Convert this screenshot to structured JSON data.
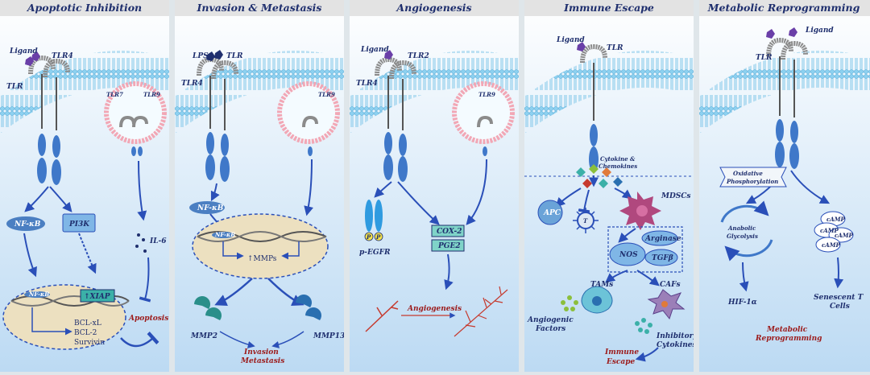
{
  "panels": [
    {
      "title": "Apoptotic Inhibition",
      "labels": {
        "ligand": "Ligand",
        "tlr4": "TLR4",
        "tlr": "TLR",
        "tlr7": "TLR7",
        "tlr9": "TLR9",
        "nfkb": "NF-κB",
        "pi3k": "PI3K",
        "il6": "IL-6",
        "nfkb_small": "NF-κB",
        "xiap": "↑XIAP",
        "bclxl": "BCL-xL",
        "bcl2": "BCL-2",
        "survivin": "Survivin",
        "apoptosis": "Apoptosis"
      }
    },
    {
      "title": "Invasion & Metastasis",
      "labels": {
        "lps": "LPS",
        "tlr": "TLR",
        "tlr4": "TLR4",
        "tlr9": "TLR9",
        "nfkb": "NF-κB",
        "nfkb_small": "NF-κB",
        "mmps": "↑MMPs",
        "mmp2": "MMP2",
        "mmp13": "MMP13",
        "outcome_line1": "Invasion",
        "outcome_line2": "Metastasis"
      }
    },
    {
      "title": "Angiogenesis",
      "labels": {
        "ligand": "Ligand",
        "tlr2": "TLR2",
        "tlr4": "TLR4",
        "tlr9": "TLR9",
        "p": "P",
        "pegfr": "p-EGFR",
        "cox2": "COX-2",
        "pge2": "PGE2",
        "angiogenesis": "Angiogenesis"
      }
    },
    {
      "title": "Immune Escape",
      "labels": {
        "ligand": "Ligand",
        "tlr": "TLR",
        "cytokine_line1": "Cytokine &",
        "cytokine_line2": "Chemokines",
        "mdscs": "MDSCs",
        "apc": "APC",
        "t": "T",
        "arginase": "Arginase",
        "nos": "NOS",
        "tgfb": "TGFβ",
        "tams": "TAMs",
        "cafs": "CAFs",
        "angiogenic_line1": "Angiogenic",
        "angiogenic_line2": "Factors",
        "inhibitory_line1": "Inhibitory",
        "inhibitory_line2": "Cytokines",
        "escape_line1": "Immune",
        "escape_line2": "Escape"
      }
    },
    {
      "title": "Metabolic Reprogramming",
      "labels": {
        "ligand": "Ligand",
        "tlr": "TLR",
        "oxphos_line1": "Oxidative",
        "oxphos_line2": "Phosphorylation",
        "anabolic_line1": "Anabolic",
        "anabolic_line2": "Glycolysis",
        "camp": "cAMP",
        "hif": "HIF-1α",
        "senescent_line1": "Senescent T",
        "senescent_line2": "Cells",
        "outcome_line1": "Metabolic",
        "outcome_line2": "Reprogramming"
      }
    }
  ],
  "colors": {
    "title_band": "#e3e3e3",
    "panel_top": "#ffffff",
    "panel_bottom": "#bcdaf3",
    "membrane_blue": "#7ec8ec",
    "membrane_head": "#9ad6f2",
    "receptor_blue": "#3f78c9",
    "ligand_purple": "#6a3fa8",
    "arrow_blue": "#2a4fb8",
    "label_navy": "#1f2f6e",
    "outcome_red": "#9c1b1b",
    "nucleus_fill": "#ece0c0",
    "mdsc_pink": "#b0487e",
    "teal": "#2a8f8a",
    "green_dot": "#8bbf3c"
  }
}
